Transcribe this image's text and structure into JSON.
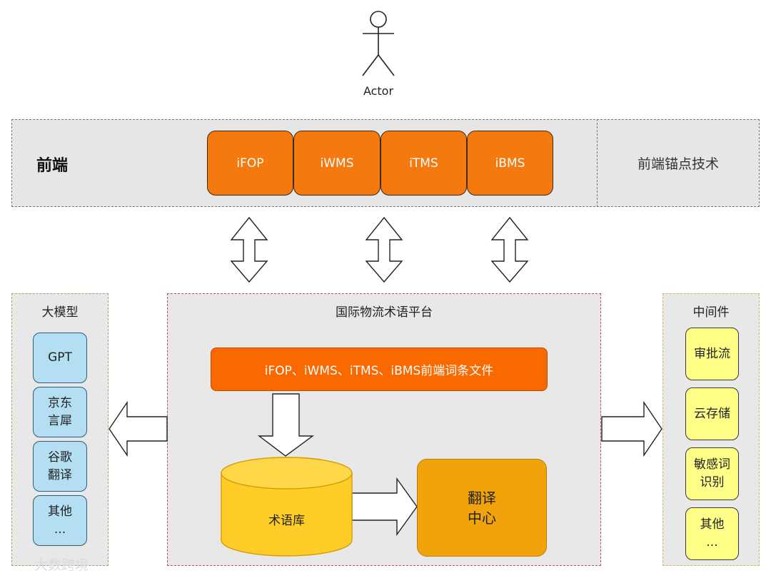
{
  "actor": {
    "label": "Actor"
  },
  "frontend": {
    "title": "前端",
    "systems": [
      "iFOP",
      "iWMS",
      "iTMS",
      "iBMS"
    ],
    "anchor_label": "前端锚点技术"
  },
  "llm_panel": {
    "title": "大模型",
    "items": [
      {
        "line1": "GPT",
        "line2": ""
      },
      {
        "line1": "京东",
        "line2": "言犀"
      },
      {
        "line1": "谷歌",
        "line2": "翻译"
      },
      {
        "line1": "其他",
        "line2": "..."
      }
    ]
  },
  "platform": {
    "title": "国际物流术语平台",
    "terms_file": "iFOP、iWMS、iTMS、iBMS前端词条文件",
    "term_db": "术语库",
    "translation_center": {
      "line1": "翻译",
      "line2": "中心"
    }
  },
  "middleware_panel": {
    "title": "中间件",
    "items": [
      {
        "line1": "审批流",
        "line2": ""
      },
      {
        "line1": "云存储",
        "line2": ""
      },
      {
        "line1": "敏感词",
        "line2": "识别"
      },
      {
        "line1": "其他",
        "line2": "..."
      }
    ]
  },
  "watermark": "大数跨境",
  "colors": {
    "frontend_box": "#f47a10",
    "terms_file_box": "#fa6800",
    "term_db": "#ffcd28",
    "translation_center": "#f0a30a",
    "llm_box": "#b4dff2",
    "middleware_box": "#ffff88"
  }
}
